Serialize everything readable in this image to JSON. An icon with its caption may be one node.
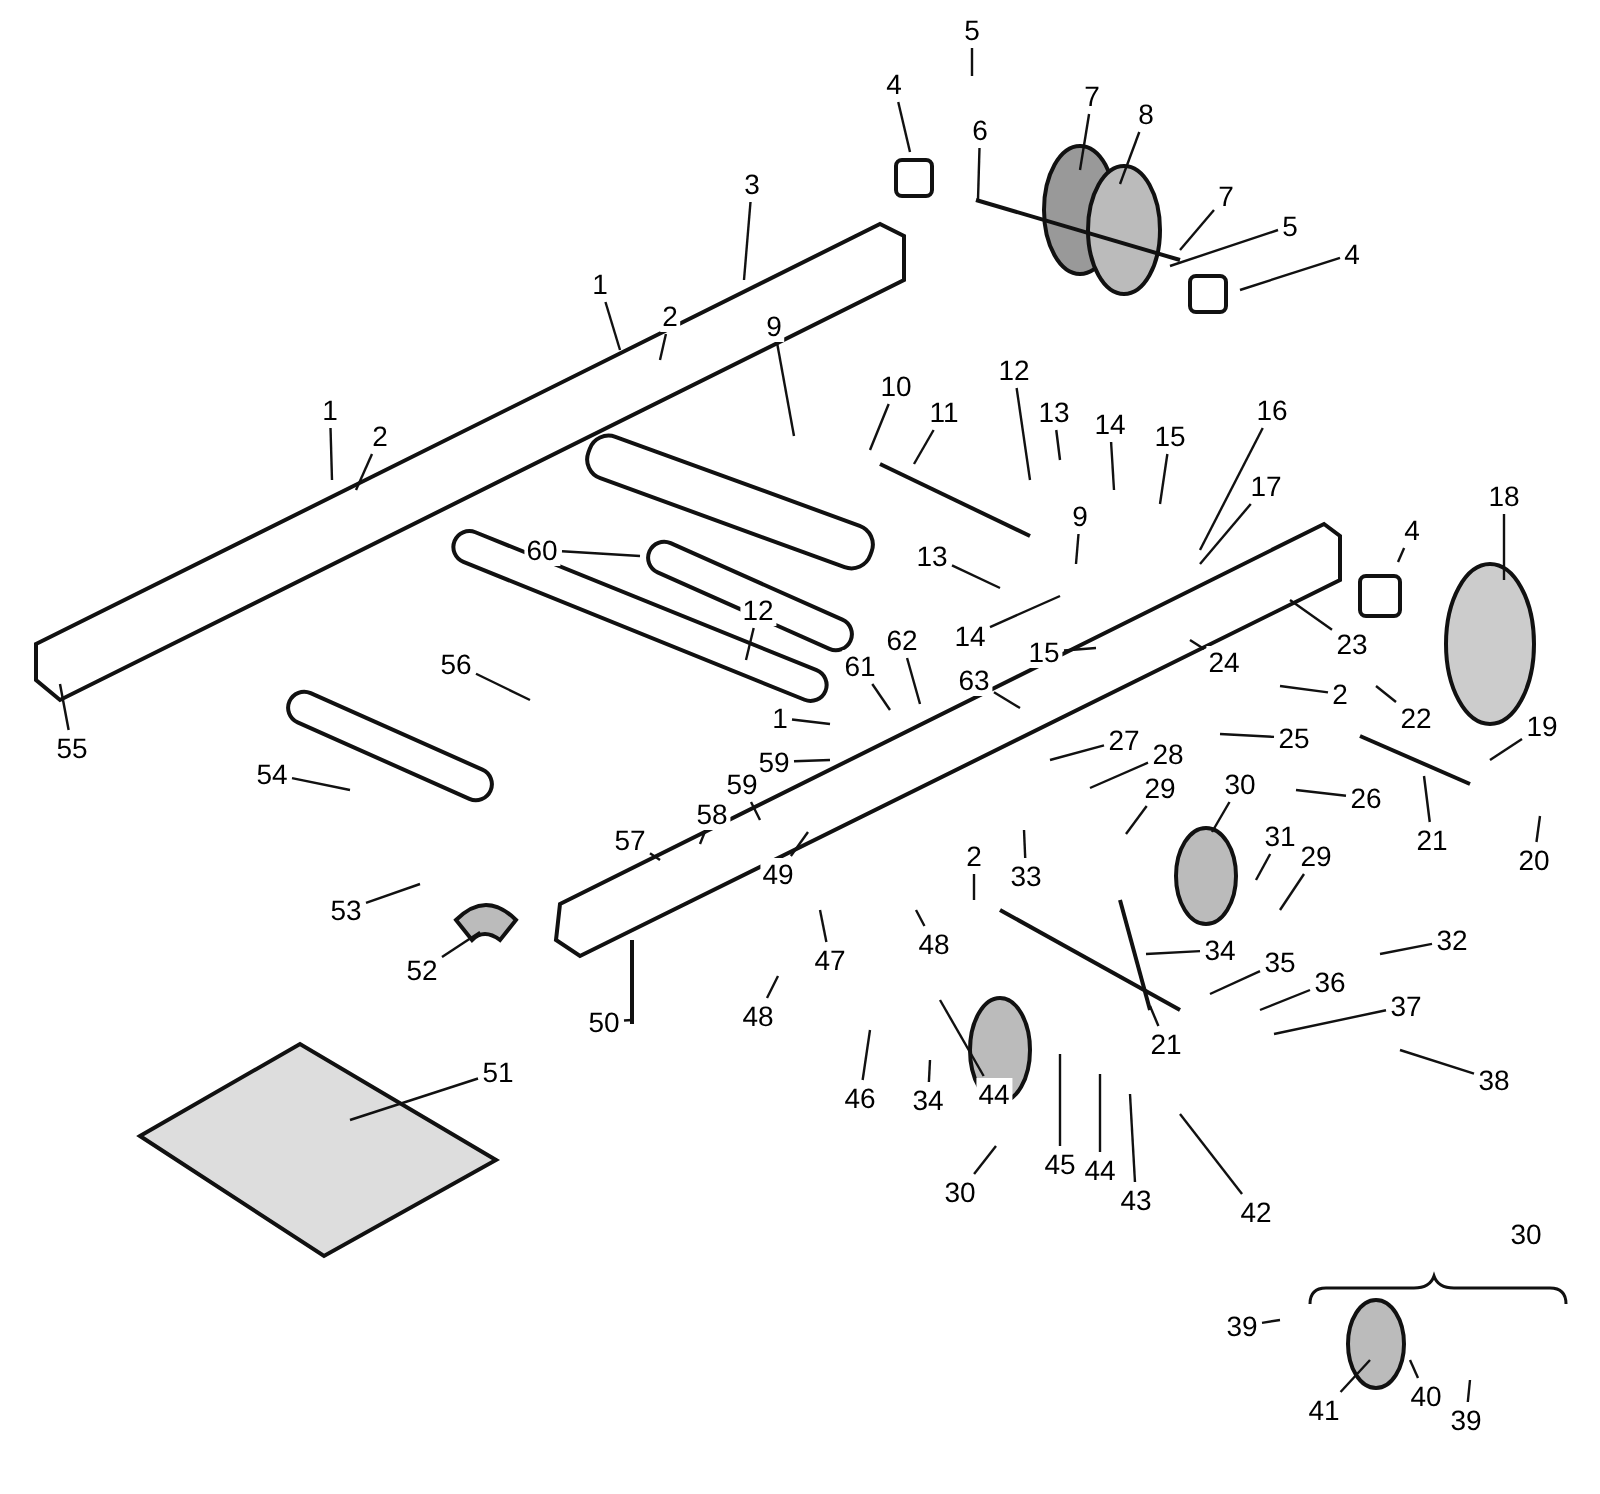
{
  "diagram": {
    "nodes": [
      {
        "text": [
          "5"
        ]
      },
      {
        "text": [
          "4"
        ]
      },
      {
        "text": [
          "6"
        ]
      },
      {
        "text": [
          "7"
        ]
      },
      {
        "text": [
          "8"
        ]
      },
      {
        "text": [
          "5"
        ]
      },
      {
        "text": [
          "7"
        ]
      },
      {
        "text": [
          "4"
        ]
      },
      {
        "text": [
          "3"
        ]
      },
      {
        "text": [
          "1"
        ]
      },
      {
        "text": [
          "2"
        ]
      },
      {
        "text": [
          "9"
        ]
      },
      {
        "text": [
          "10"
        ]
      },
      {
        "text": [
          "11"
        ]
      },
      {
        "text": [
          "1"
        ]
      },
      {
        "text": [
          "2"
        ]
      },
      {
        "text": [
          "12"
        ]
      },
      {
        "text": [
          "13"
        ]
      },
      {
        "text": [
          "14"
        ]
      },
      {
        "text": [
          "15"
        ]
      },
      {
        "text": [
          "16"
        ]
      },
      {
        "text": [
          "17"
        ]
      },
      {
        "text": [
          "9"
        ]
      },
      {
        "text": [
          "18"
        ]
      },
      {
        "text": [
          "4"
        ]
      },
      {
        "text": [
          "60"
        ]
      },
      {
        "text": [
          "13"
        ]
      },
      {
        "text": [
          "14"
        ]
      },
      {
        "text": [
          "15"
        ]
      },
      {
        "text": [
          "23"
        ]
      },
      {
        "text": [
          "24"
        ]
      },
      {
        "text": [
          "22"
        ]
      },
      {
        "text": [
          "12"
        ]
      },
      {
        "text": [
          "56"
        ]
      },
      {
        "text": [
          "61"
        ]
      },
      {
        "text": [
          "62"
        ]
      },
      {
        "text": [
          "63"
        ]
      },
      {
        "text": [
          "2"
        ]
      },
      {
        "text": [
          "19"
        ]
      },
      {
        "text": [
          "1"
        ]
      },
      {
        "text": [
          "59"
        ]
      },
      {
        "text": [
          "25"
        ]
      },
      {
        "text": [
          "27"
        ]
      },
      {
        "text": [
          "28"
        ]
      },
      {
        "text": [
          "26"
        ]
      },
      {
        "text": [
          "21"
        ]
      },
      {
        "text": [
          "20"
        ]
      },
      {
        "text": [
          "54"
        ]
      },
      {
        "text": [
          "59"
        ]
      },
      {
        "text": [
          "58"
        ]
      },
      {
        "text": [
          "29"
        ]
      },
      {
        "text": [
          "30"
        ]
      },
      {
        "text": [
          "33"
        ]
      },
      {
        "text": [
          "31"
        ]
      },
      {
        "text": [
          "57"
        ]
      },
      {
        "text": [
          "49"
        ]
      },
      {
        "text": [
          "53"
        ]
      },
      {
        "text": [
          "2"
        ]
      },
      {
        "text": [
          "48"
        ]
      },
      {
        "text": [
          "34"
        ]
      },
      {
        "text": [
          "32"
        ]
      },
      {
        "text": [
          "47"
        ]
      },
      {
        "text": [
          "35"
        ]
      },
      {
        "text": [
          "36"
        ]
      },
      {
        "text": [
          "37"
        ]
      },
      {
        "text": [
          "52"
        ]
      },
      {
        "text": [
          "48"
        ]
      },
      {
        "text": [
          "50"
        ]
      },
      {
        "text": [
          "21"
        ]
      },
      {
        "text": [
          "38"
        ]
      },
      {
        "text": [
          "46"
        ]
      },
      {
        "text": [
          "34"
        ]
      },
      {
        "text": [
          "44"
        ]
      },
      {
        "text": [
          "30"
        ]
      },
      {
        "text": [
          "45"
        ]
      },
      {
        "text": [
          "44"
        ]
      },
      {
        "text": [
          "43"
        ]
      },
      {
        "text": [
          "42"
        ]
      },
      {
        "text": [
          "51"
        ]
      },
      {
        "text": [
          "55"
        ]
      },
      {
        "text": [
          "39"
        ]
      },
      {
        "text": [
          "41"
        ]
      },
      {
        "text": [
          "40"
        ]
      },
      {
        "text": [
          "39"
        ]
      },
      {
        "text": [
          "29"
        ]
      },
      {
        "text": [
          "30"
        ]
      }
    ],
    "edges": [
      {
        "from": 0,
        "to": null,
        "arrow": "none"
      },
      {
        "from": 1,
        "to": null,
        "arrow": "none"
      },
      {
        "from": 2,
        "to": null,
        "arrow": "none"
      },
      {
        "from": 3,
        "to": null,
        "arrow": "none"
      },
      {
        "from": 4,
        "to": null,
        "arrow": "none"
      },
      {
        "from": 5,
        "to": null,
        "arrow": "none"
      },
      {
        "from": 6,
        "to": null,
        "arrow": "none"
      },
      {
        "from": 7,
        "to": null,
        "arrow": "none"
      },
      {
        "from": 8,
        "to": null,
        "arrow": "none"
      },
      {
        "from": 9,
        "to": null,
        "arrow": "none"
      },
      {
        "from": 10,
        "to": null,
        "arrow": "none"
      },
      {
        "from": 11,
        "to": null,
        "arrow": "none"
      },
      {
        "from": 12,
        "to": null,
        "arrow": "none"
      },
      {
        "from": 13,
        "to": null,
        "arrow": "none"
      },
      {
        "from": 14,
        "to": null,
        "arrow": "none"
      },
      {
        "from": 15,
        "to": null,
        "arrow": "none"
      },
      {
        "from": 16,
        "to": null,
        "arrow": "none"
      },
      {
        "from": 17,
        "to": null,
        "arrow": "none"
      },
      {
        "from": 18,
        "to": null,
        "arrow": "none"
      },
      {
        "from": 19,
        "to": null,
        "arrow": "none"
      },
      {
        "from": 20,
        "to": null,
        "arrow": "none"
      },
      {
        "from": 21,
        "to": null,
        "arrow": "none"
      },
      {
        "from": 22,
        "to": null,
        "arrow": "none"
      },
      {
        "from": 23,
        "to": null,
        "arrow": "none"
      },
      {
        "from": 24,
        "to": null,
        "arrow": "none"
      },
      {
        "from": 25,
        "to": null,
        "arrow": "none"
      },
      {
        "from": 26,
        "to": null,
        "arrow": "none"
      },
      {
        "from": 27,
        "to": null,
        "arrow": "none"
      },
      {
        "from": 28,
        "to": null,
        "arrow": "none"
      },
      {
        "from": 29,
        "to": null,
        "arrow": "none"
      },
      {
        "from": 30,
        "to": null,
        "arrow": "none"
      },
      {
        "from": 31,
        "to": null,
        "arrow": "none"
      },
      {
        "from": 32,
        "to": null,
        "arrow": "none"
      },
      {
        "from": 33,
        "to": null,
        "arrow": "none"
      },
      {
        "from": 34,
        "to": null,
        "arrow": "none"
      },
      {
        "from": 35,
        "to": null,
        "arrow": "none"
      },
      {
        "from": 36,
        "to": null,
        "arrow": "none"
      },
      {
        "from": 37,
        "to": null,
        "arrow": "none"
      },
      {
        "from": 38,
        "to": null,
        "arrow": "none"
      },
      {
        "from": 39,
        "to": null,
        "arrow": "none"
      },
      {
        "from": 40,
        "to": null,
        "arrow": "none"
      },
      {
        "from": 41,
        "to": null,
        "arrow": "none"
      },
      {
        "from": 42,
        "to": null,
        "arrow": "none"
      },
      {
        "from": 43,
        "to": null,
        "arrow": "none"
      },
      {
        "from": 44,
        "to": null,
        "arrow": "none"
      },
      {
        "from": 45,
        "to": null,
        "arrow": "none"
      },
      {
        "from": 46,
        "to": null,
        "arrow": "none"
      },
      {
        "from": 47,
        "to": null,
        "arrow": "none"
      },
      {
        "from": 48,
        "to": null,
        "arrow": "none"
      },
      {
        "from": 49,
        "to": null,
        "arrow": "none"
      },
      {
        "from": 50,
        "to": null,
        "arrow": "none"
      },
      {
        "from": 51,
        "to": null,
        "arrow": "none"
      },
      {
        "from": 52,
        "to": null,
        "arrow": "none"
      },
      {
        "from": 53,
        "to": null,
        "arrow": "none"
      },
      {
        "from": 54,
        "to": null,
        "arrow": "none"
      },
      {
        "from": 55,
        "to": null,
        "arrow": "none"
      },
      {
        "from": 56,
        "to": null,
        "arrow": "none"
      },
      {
        "from": 57,
        "to": null,
        "arrow": "none"
      },
      {
        "from": 58,
        "to": null,
        "arrow": "none"
      },
      {
        "from": 59,
        "to": null,
        "arrow": "none"
      },
      {
        "from": 60,
        "to": null,
        "arrow": "none"
      },
      {
        "from": 61,
        "to": null,
        "arrow": "none"
      },
      {
        "from": 62,
        "to": null,
        "arrow": "none"
      },
      {
        "from": 63,
        "to": null,
        "arrow": "none"
      },
      {
        "from": 64,
        "to": null,
        "arrow": "none"
      },
      {
        "from": 65,
        "to": null,
        "arrow": "none"
      },
      {
        "from": 66,
        "to": null,
        "arrow": "none"
      },
      {
        "from": 67,
        "to": null,
        "arrow": "none"
      },
      {
        "from": 68,
        "to": null,
        "arrow": "none"
      },
      {
        "from": 69,
        "to": null,
        "arrow": "none"
      },
      {
        "from": 70,
        "to": null,
        "arrow": "none"
      },
      {
        "from": 71,
        "to": null,
        "arrow": "none"
      },
      {
        "from": 72,
        "to": null,
        "arrow": "none"
      },
      {
        "from": 73,
        "to": null,
        "arrow": "none"
      },
      {
        "from": 74,
        "to": null,
        "arrow": "none"
      },
      {
        "from": 75,
        "to": null,
        "arrow": "none"
      },
      {
        "from": 76,
        "to": null,
        "arrow": "none"
      },
      {
        "from": 77,
        "to": null,
        "arrow": "none"
      },
      {
        "from": 78,
        "to": null,
        "arrow": "none"
      },
      {
        "from": 79,
        "to": null,
        "arrow": "none"
      },
      {
        "from": 80,
        "to": null,
        "arrow": "none"
      },
      {
        "from": 81,
        "to": null,
        "arrow": "none"
      },
      {
        "from": 82,
        "to": null,
        "arrow": "none"
      },
      {
        "from": 83,
        "to": null,
        "arrow": "none"
      },
      {
        "from": 84,
        "to": null,
        "arrow": "none"
      }
    ]
  }
}
